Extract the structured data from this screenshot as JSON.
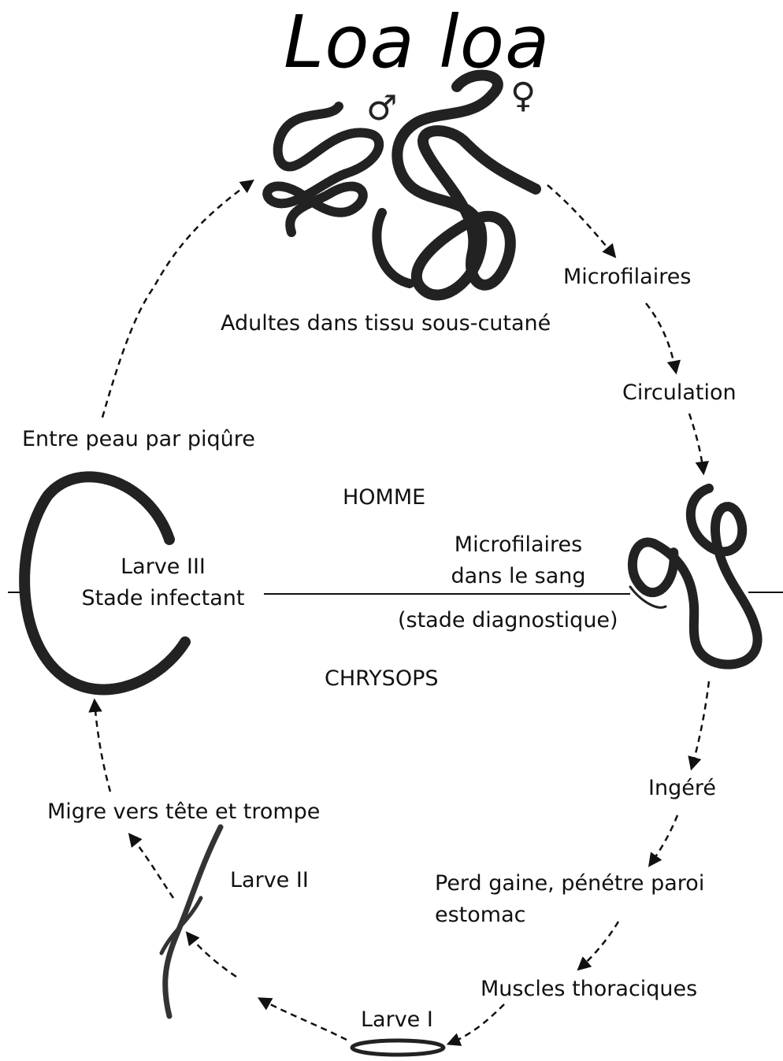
{
  "title": "Loa loa",
  "symbols": {
    "male": "♂",
    "female": "♀"
  },
  "labels": {
    "adults": "Adultes dans tissu sous-cutané",
    "microfilaires": "Microfilaires",
    "circulation": "Circulation",
    "entre_peau": "Entre peau par piqûre",
    "homme": "HOMME",
    "mf_sang_line1": "Microfilaires",
    "mf_sang_line2": "dans le sang",
    "stade_diag": "(stade diagnostique)",
    "larve3_line1": "Larve III",
    "larve3_line2": "Stade infectant",
    "chrysops": "CHRYSOPS",
    "ingere": "Ingéré",
    "migre": "Migre vers tête et trompe",
    "larve2": "Larve II",
    "perd_gaine_line1": "Perd gaine, pénétre paroi",
    "perd_gaine_line2": "estomac",
    "muscles": "Muscles thoraciques",
    "larve1": "Larve I"
  }
}
